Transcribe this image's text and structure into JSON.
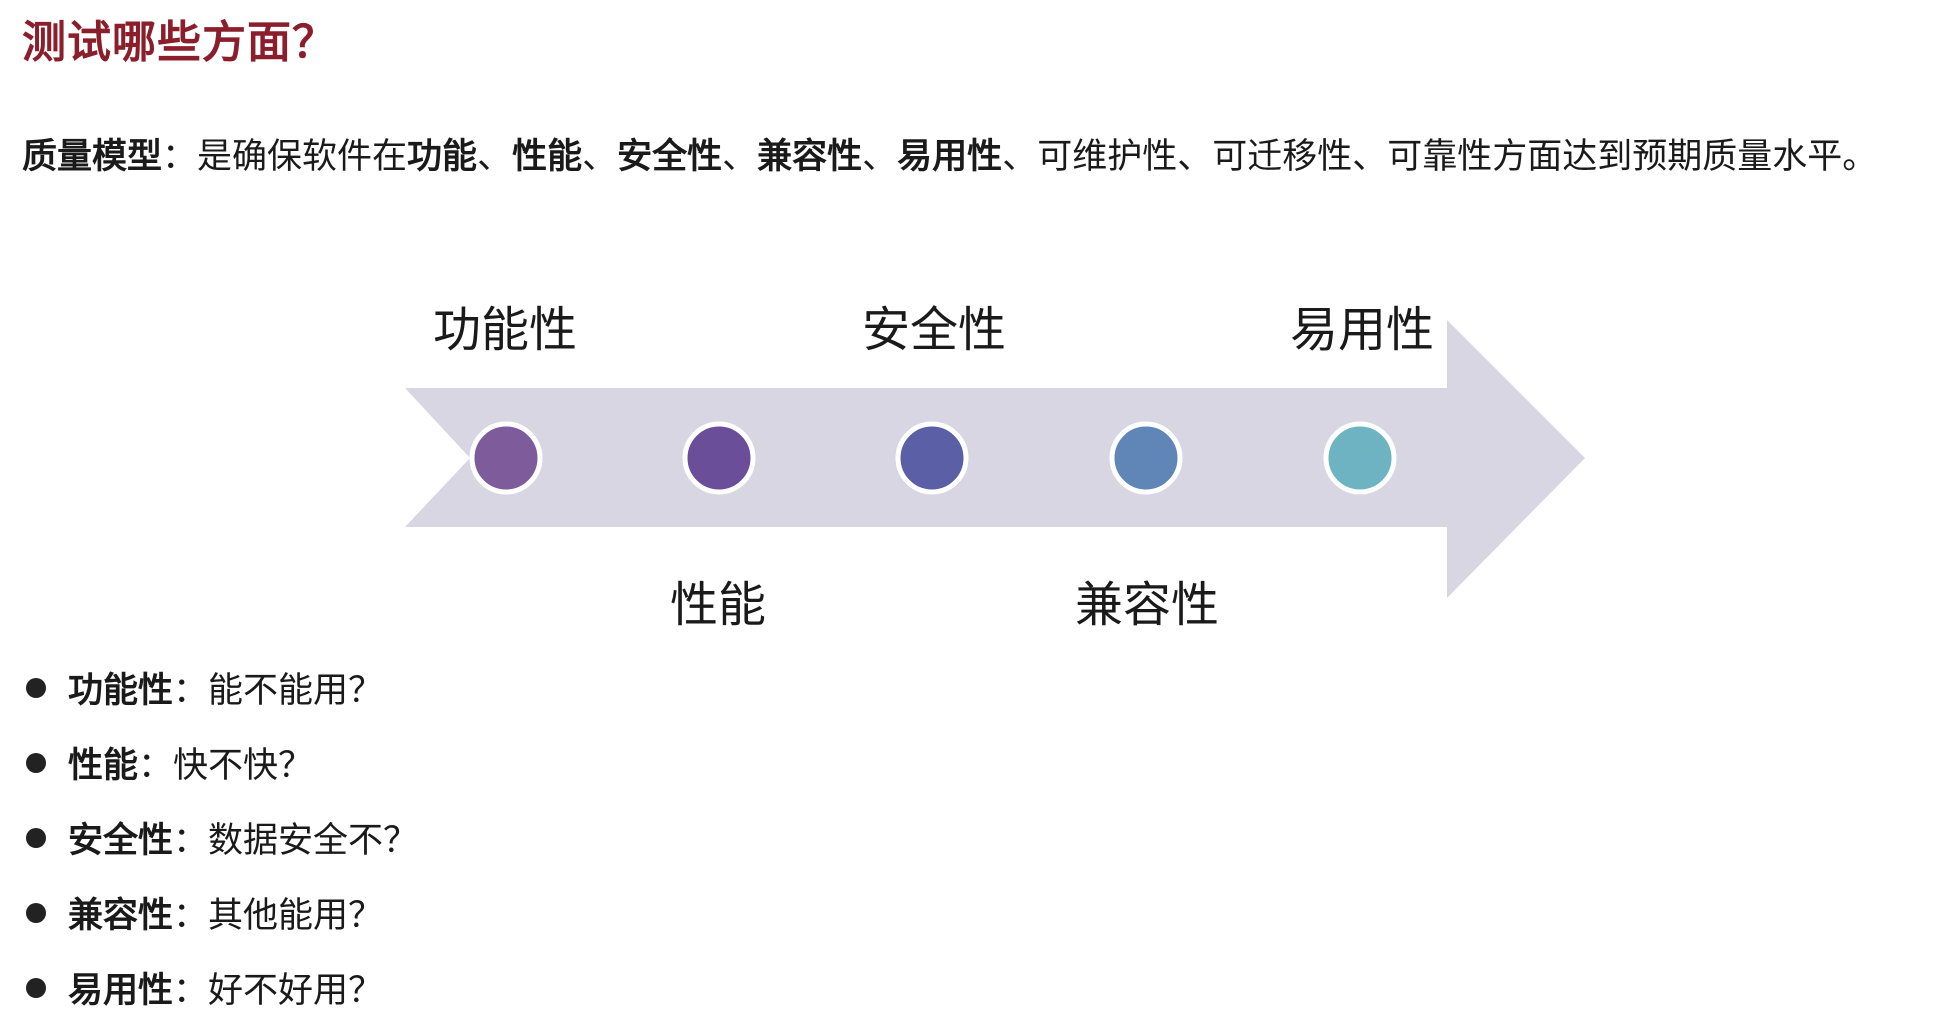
{
  "title": "测试哪些方面？",
  "intro": {
    "term": "质量模型",
    "colon": "：",
    "text_before": "是确保软件在",
    "attr1": "功能",
    "sep1": "、",
    "attr2": "性能",
    "sep2": "、",
    "attr3": "安全性",
    "sep3": "、",
    "attr4": "兼容性",
    "sep4": "、",
    "attr5": "易用性",
    "text_after": "、可维护性、可迁移性、可靠性方面达到预期质量水平。"
  },
  "diagram": {
    "arrow_color": "#d8d6e2",
    "labels_top": [
      "功能性",
      "安全性",
      "易用性"
    ],
    "labels_bottom": [
      "性能",
      "兼容性"
    ],
    "dot_colors": [
      "#7e5b9b",
      "#6a4e9a",
      "#5a5fa6",
      "#5f86b6",
      "#6db3c1"
    ]
  },
  "bullets": [
    {
      "term": "功能性",
      "colon": "：",
      "desc": "能不能用？"
    },
    {
      "term": "性能",
      "colon": "：",
      "desc": "快不快？"
    },
    {
      "term": "安全性",
      "colon": "：",
      "desc": "数据安全不？"
    },
    {
      "term": "兼容性",
      "colon": "：",
      "desc": "其他能用？"
    },
    {
      "term": "易用性",
      "colon": "：",
      "desc": "好不好用？"
    }
  ]
}
